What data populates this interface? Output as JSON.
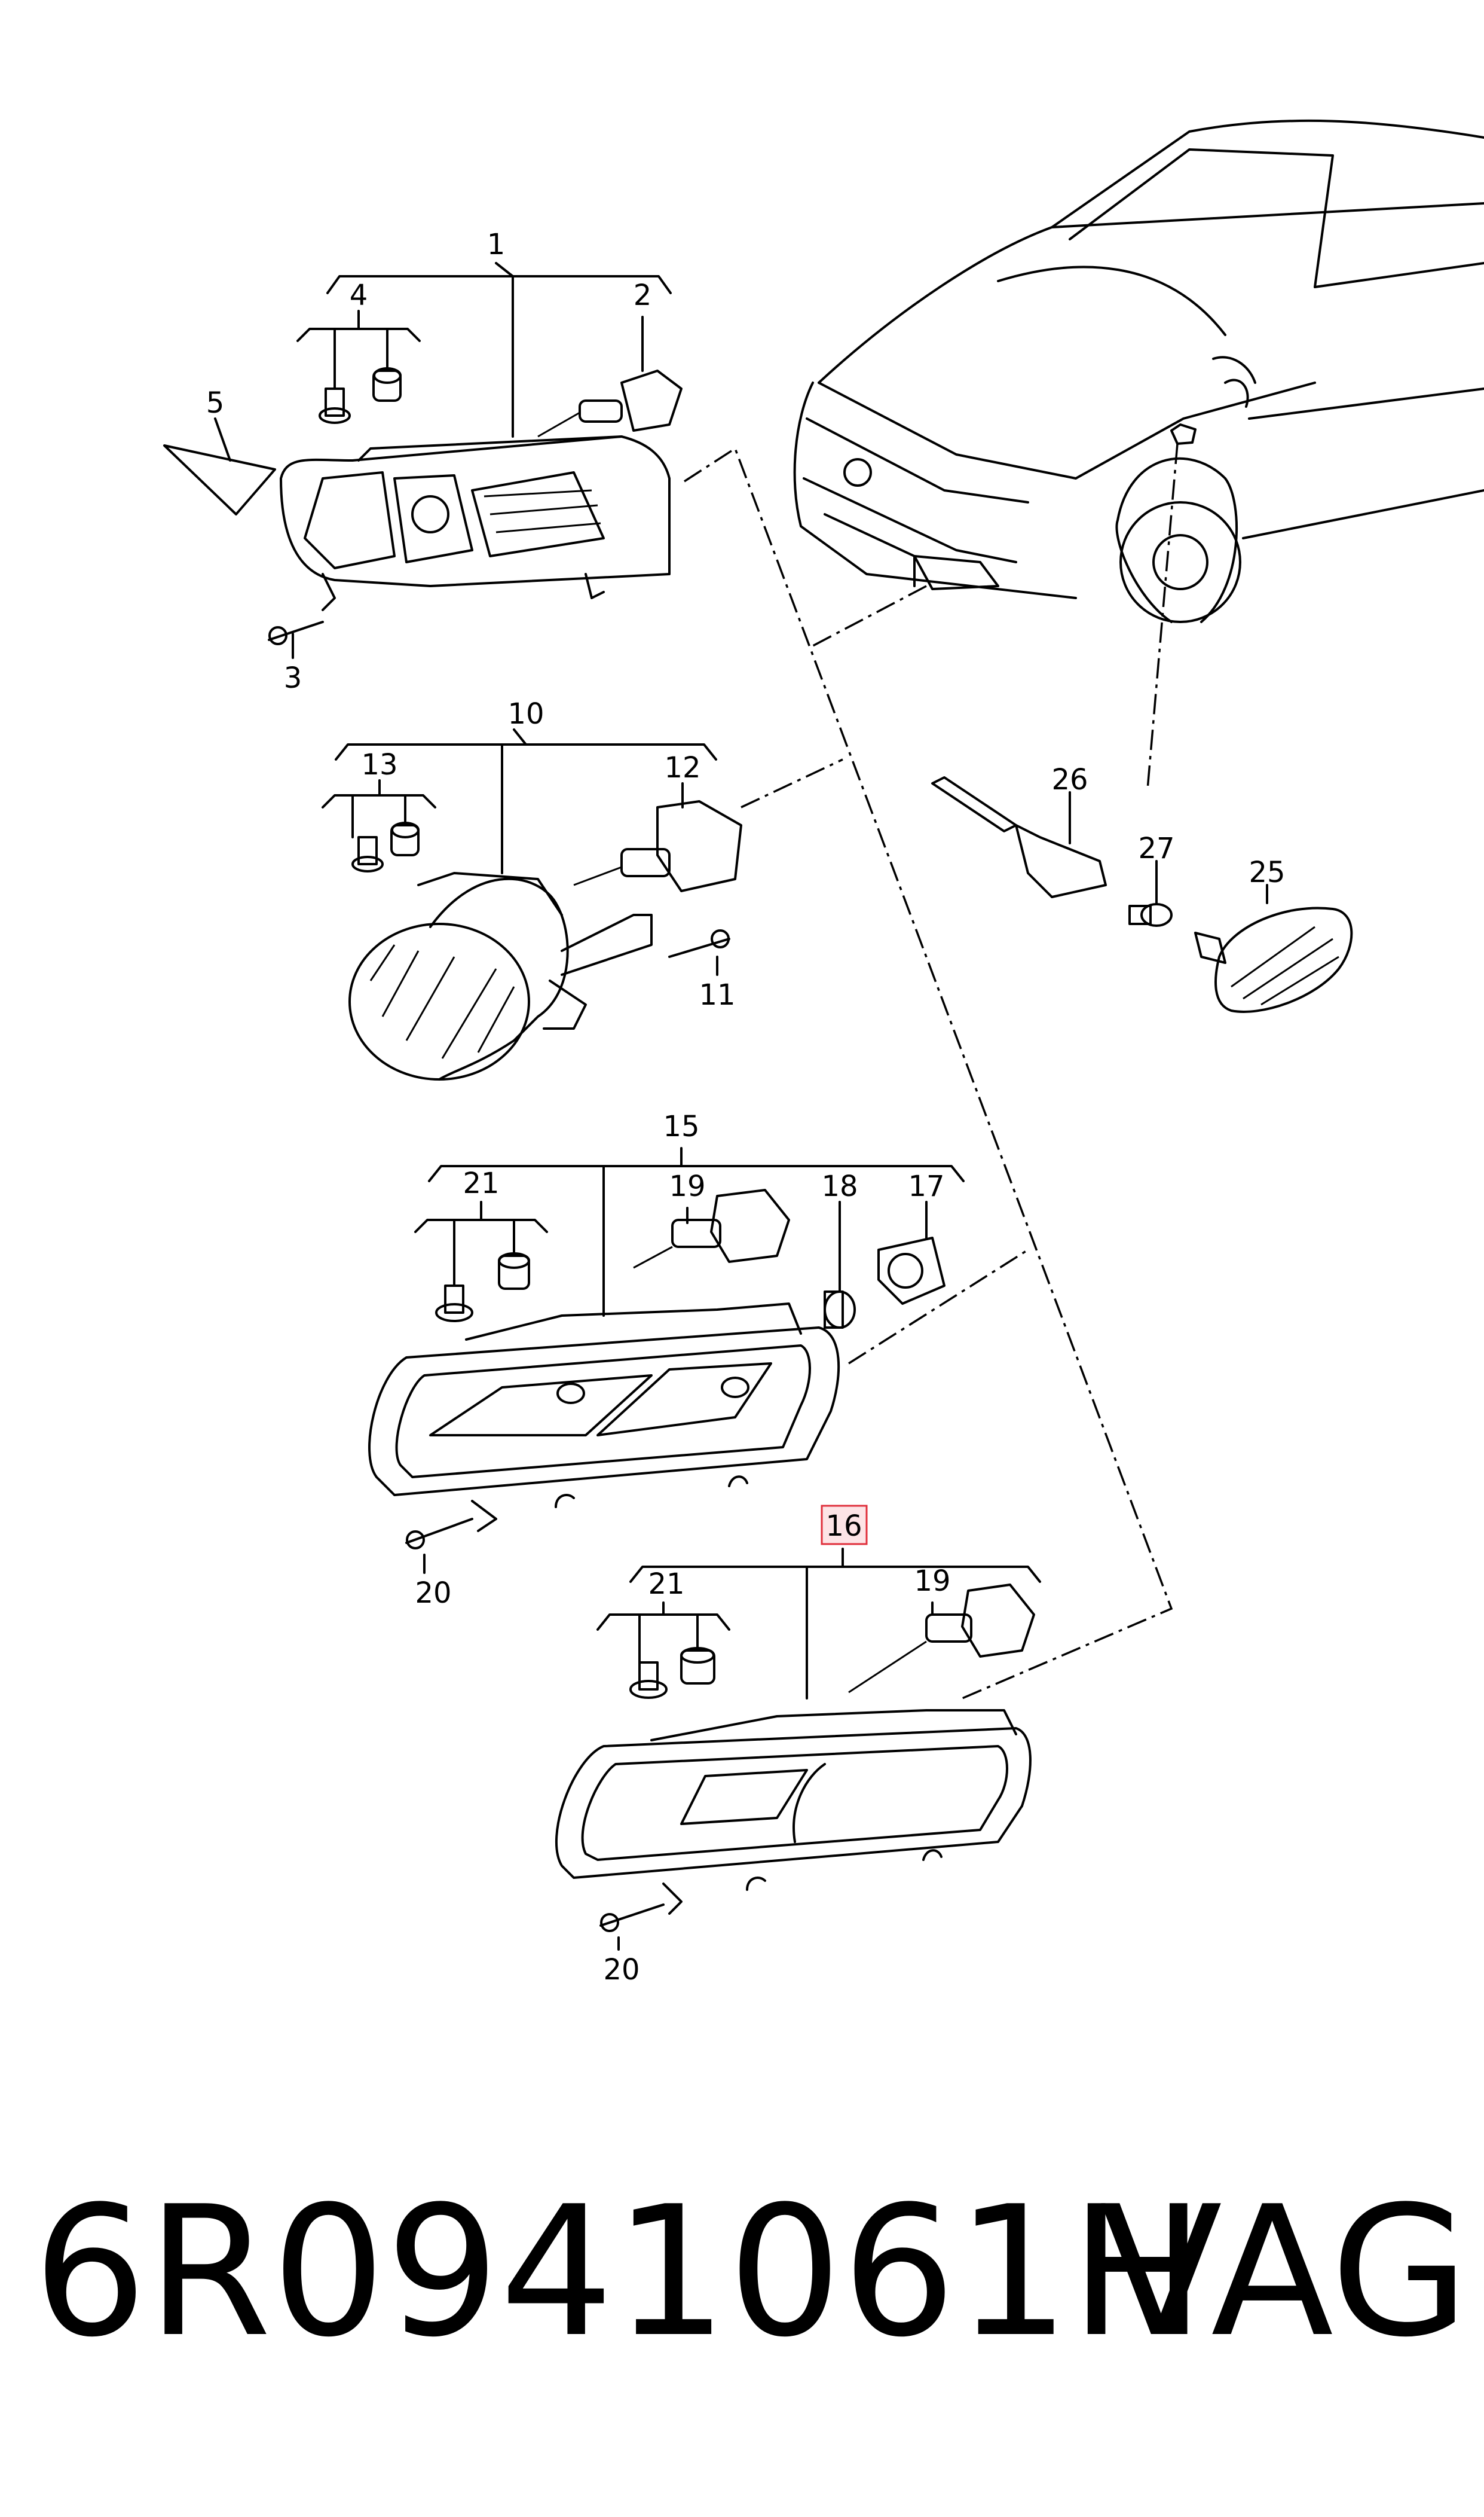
{
  "callouts": {
    "c1": "1",
    "c2": "2",
    "c3": "3",
    "c4": "4",
    "c5": "5",
    "c10": "10",
    "c11": "11",
    "c12": "12",
    "c13": "13",
    "c15": "15",
    "c16": "16",
    "c17": "17",
    "c18": "18",
    "c19a": "19",
    "c19b": "19",
    "c20a": "20",
    "c20b": "20",
    "c21a": "21",
    "c21b": "21",
    "c25": "25",
    "c26": "26",
    "c27": "27"
  },
  "highlight": {
    "callout": "16",
    "box_color": "#e0303c",
    "fill_color": "#fde4e6"
  },
  "footer": {
    "part_number": "6R0941061H",
    "brand": "VAG"
  }
}
